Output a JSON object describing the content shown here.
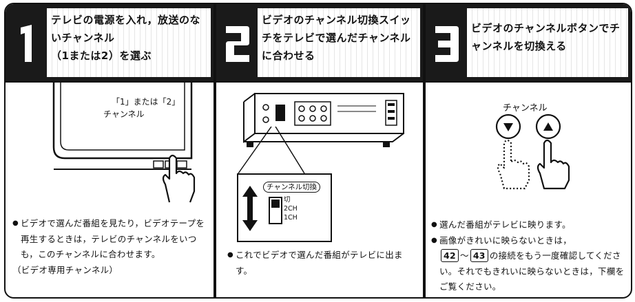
{
  "steps": [
    {
      "number": "1",
      "title_lines": [
        "テレビの電源を入れ，放送のな",
        "いチャンネル",
        "（1または2）を選ぶ"
      ],
      "illustration": {
        "screen_caption_line1": "「1」または「2」",
        "screen_caption_line2": "チャンネル"
      },
      "description": {
        "bullet": "ビデオで選んだ番組を見たり，ビデオテープを再生するときは，テレビのチャンネルをいつも，このチャンネルに合わせます。",
        "note": "（ビデオ専用チャンネル）"
      }
    },
    {
      "number": "2",
      "title_lines": [
        "ビデオのチャンネル切換スイッ",
        "チをテレビで選んだチャンネル",
        "に合わせる"
      ],
      "illustration": {
        "switch_label": "チャンネル切換",
        "switch_positions": [
          "切",
          "2CH",
          "1CH"
        ]
      },
      "description": {
        "bullet": "これでビデオで選んだ番組がテレビに出ます。"
      }
    },
    {
      "number": "3",
      "title_lines": [
        "ビデオのチャンネルボタンでチ",
        "ャンネルを切換える"
      ],
      "illustration": {
        "channel_label": "チャンネル"
      },
      "description": {
        "bullet1": "選んだ番組がテレビに映ります。",
        "bullet2_before": "画像がきれいに映らないときは，",
        "ref_a": "42",
        "ref_sep": "～",
        "ref_b": "43",
        "bullet2_after": "の接続をもう一度確認してください。それでもきれいに映らないときは，下欄をご覧ください。"
      }
    }
  ],
  "colors": {
    "ink": "#111111",
    "header": "#1a1a1a",
    "paper": "#ffffff"
  }
}
